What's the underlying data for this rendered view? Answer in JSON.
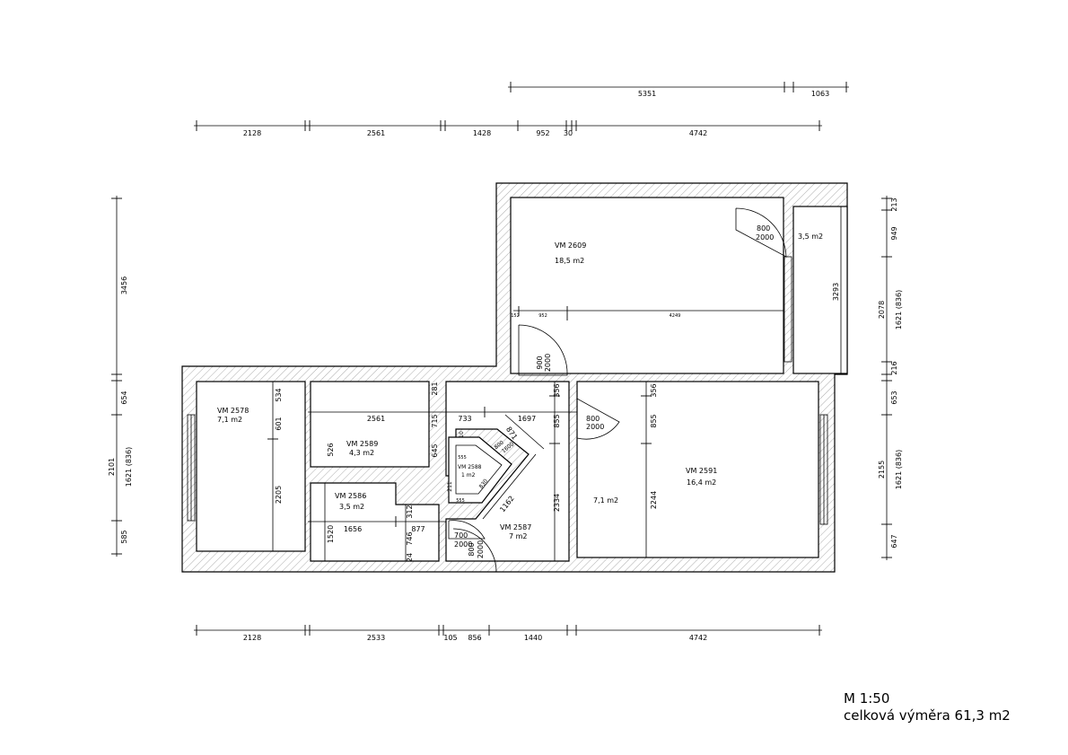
{
  "dimensions": {
    "top_upper": [
      "5351",
      "1063"
    ],
    "top_lower": [
      "2128",
      "2561",
      "1428",
      "952",
      "30",
      "4742"
    ],
    "bottom": [
      "2128",
      "2533",
      "105",
      "856",
      "1440",
      "4742"
    ],
    "left_outer": [
      "3456",
      "654",
      "585"
    ],
    "left_inner": [
      "2101",
      "1621 (836)"
    ],
    "right_inner": [
      "213",
      "949",
      "2078",
      "216",
      "653",
      "2155",
      "647"
    ],
    "right_outer": [
      "1621 (836)",
      "1621 (836)"
    ]
  },
  "rooms": {
    "vm2609": {
      "name": "VM 2609",
      "area": "18,5 m2"
    },
    "closet": {
      "area": "3,5 m2"
    },
    "vm2578": {
      "name": "VM 2578",
      "area": "7,1 m2"
    },
    "vm2589": {
      "name": "VM 2589",
      "area": "4,3 m2"
    },
    "vm2588": {
      "name": "VM 2588",
      "area": "1 m2"
    },
    "vm2586": {
      "name": "VM 2586",
      "area": "3,5 m2"
    },
    "vm2587": {
      "name": "VM 2587",
      "area": "7 m2"
    },
    "hall": {
      "area": "7,1 m2"
    },
    "vm2591": {
      "name": "VM 2591",
      "area": "16,4 m2"
    }
  },
  "doors": {
    "d1": {
      "w": "800",
      "h": "2000"
    },
    "d2": {
      "w": "900",
      "h": "2000"
    },
    "d3": {
      "w": "800",
      "h": "2000"
    },
    "d4": {
      "w": "700",
      "h": "2000"
    },
    "d5": {
      "w": "800",
      "h": "2000"
    }
  },
  "inner": [
    "152",
    "952",
    "4249",
    "3293",
    "534",
    "601",
    "2205",
    "281",
    "2561",
    "715",
    "526",
    "645",
    "733",
    "1697",
    "356",
    "855",
    "356",
    "855",
    "2244",
    "2334",
    "10",
    "555",
    "555",
    "1162",
    "830",
    "871",
    "800",
    "1600",
    "1520",
    "1656",
    "312",
    "877",
    "746",
    "24",
    "211"
  ],
  "legend": {
    "scale": "M 1:50",
    "total_area": "celková výměra 61,3 m2"
  }
}
